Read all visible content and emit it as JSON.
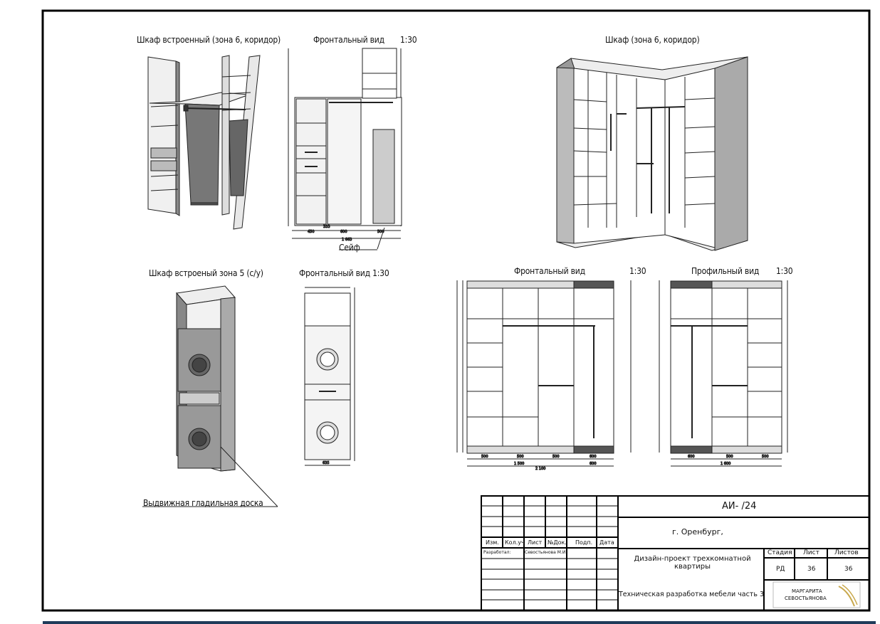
{
  "drawing": {
    "title_wardrobe_builtin_zone6": "Шкаф встроенный (зона 6, коридор)",
    "title_front_view_1": "Фронтальный вид",
    "scale_1": "1:30",
    "title_wardrobe_zone6": "Шкаф (зона 6, коридор)",
    "title_wardrobe_zone5": "Шкаф встроеный зона 5 (с/у)",
    "title_front_view_2": "Фронтальный вид 1:30",
    "title_front_view_3": "Фронтальный вид",
    "scale_3": "1:30",
    "title_profile_view": "Профильный вид",
    "scale_4": "1:30",
    "label_safe": "Сейф",
    "label_ironing_board": "Выдвижная гладильная доска"
  },
  "title_block": {
    "code": "АИ-   /24",
    "city": "г. Оренбург,",
    "col_izm": "Изм.",
    "col_koluch": "Кол.уч",
    "col_list": "Лист",
    "col_ndok": "№Док.",
    "col_podp": "Подп.",
    "col_data": "Дата",
    "developed_label": "Разработал:",
    "developer": "Севостьянова М.И",
    "project_name": "Дизайн-проект трехкомнатной квартиры",
    "stage_label": "Стадия",
    "sheet_label": "Лист",
    "sheets_label": "Листов",
    "stage_value": "РД",
    "sheet_value": "36",
    "sheets_value": "36",
    "sheet_title": "Техническая разработка мебели часть 3",
    "logo_line1": "МАРГАРИТА",
    "logo_line2": "СЕВОСТЬЯНОВА"
  }
}
